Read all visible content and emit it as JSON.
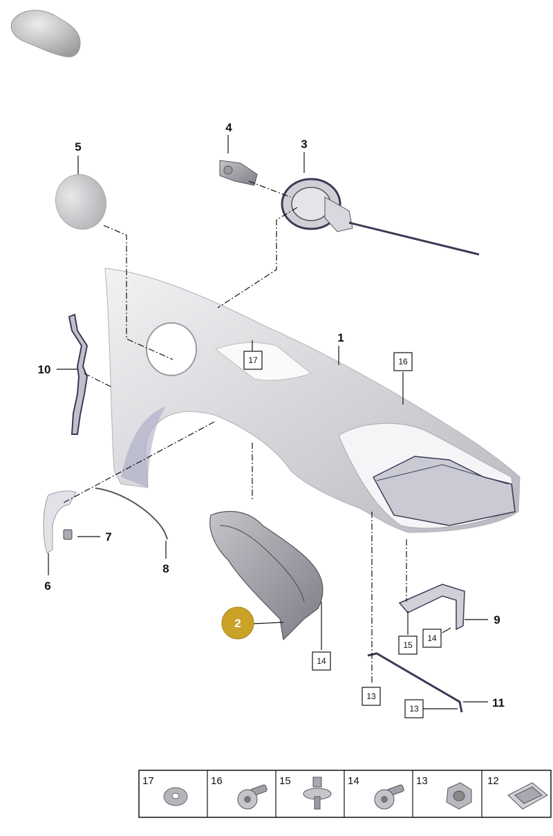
{
  "callouts": {
    "c1": "1",
    "c2": "2",
    "c3": "3",
    "c4": "4",
    "c5": "5",
    "c6": "6",
    "c7": "7",
    "c8": "8",
    "c9": "9",
    "c10": "10",
    "c11": "11"
  },
  "boxed_refs": {
    "b17": "17",
    "b16": "16",
    "b15": "15",
    "b14a": "14",
    "b14b": "14",
    "b13a": "13",
    "b13b": "13"
  },
  "fastener_table": {
    "cells": [
      {
        "number": "17",
        "icon": "washer-icon"
      },
      {
        "number": "16",
        "icon": "screw-icon"
      },
      {
        "number": "15",
        "icon": "stud-icon"
      },
      {
        "number": "14",
        "icon": "screw-icon"
      },
      {
        "number": "13",
        "icon": "nut-icon"
      },
      {
        "number": "12",
        "icon": "clip-icon"
      }
    ]
  },
  "colors": {
    "highlight_callout": "#c9a227",
    "part_fill": "#d4d4d8",
    "line": "#111111"
  }
}
